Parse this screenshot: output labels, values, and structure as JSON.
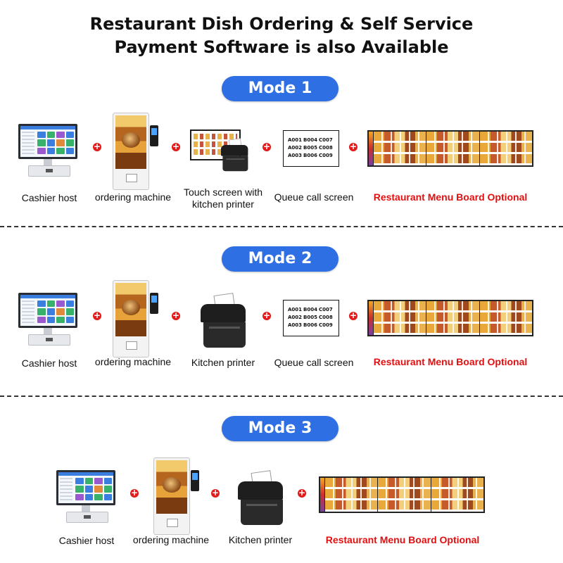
{
  "title": {
    "line1": "Restaurant Dish Ordering & Self Service",
    "line2": "Payment Software is also Available"
  },
  "colors": {
    "mode_pill": "#2f6fe4",
    "plus": "#e21a1a",
    "optional_label": "#e01010"
  },
  "icons": {
    "plus": "+"
  },
  "modes": [
    {
      "label": "Mode 1",
      "items": [
        "Cashier host",
        "ordering machine",
        "Touch screen with kitchen printer",
        "Queue call screen",
        "Restaurant Menu Board Optional"
      ],
      "touch_label_line1": "Touch screen with",
      "touch_label_line2": "kitchen printer"
    },
    {
      "label": "Mode 2",
      "items": [
        "Cashier host",
        "ordering machine",
        "Kitchen printer",
        "Queue call screen",
        "Restaurant Menu Board Optional"
      ]
    },
    {
      "label": "Mode 3",
      "items": [
        "Cashier host",
        "ordering machine",
        "Kitchen printer",
        "Restaurant Menu Board Optional"
      ]
    }
  ],
  "queue": {
    "rows": [
      [
        "A001",
        "B004",
        "C007"
      ],
      [
        "A002",
        "B005",
        "C008"
      ],
      [
        "A003",
        "B006",
        "C009"
      ]
    ]
  }
}
